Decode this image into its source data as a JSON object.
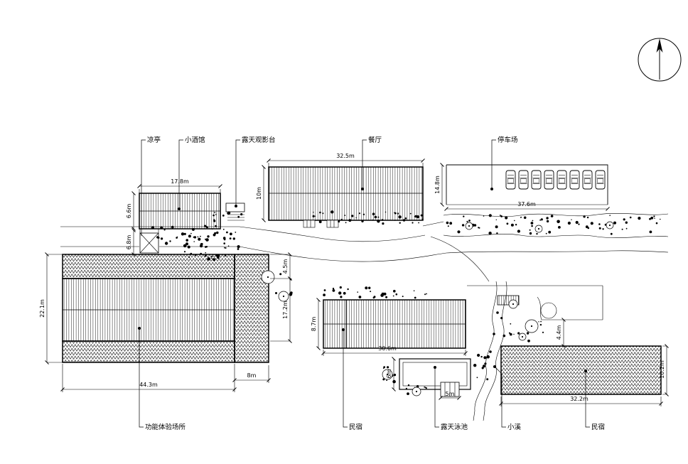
{
  "drawing": {
    "labels": {
      "pavilion": "凉亭",
      "tavern": "小酒馆",
      "viewing_deck": "露天观影台",
      "restaurant": "餐厅",
      "parking": "停车场",
      "function_area": "功能体验场所",
      "homestay_left": "民宿",
      "pool": "露天泳池",
      "stream": "小溪",
      "homestay_right": "民宿"
    },
    "dimensions": {
      "tavern_width": "17.8m",
      "tavern_height": "6.6m",
      "pavilion_height": "6.8m",
      "restaurant_width": "32.5m",
      "restaurant_height": "10m",
      "parking_width": "37.6m",
      "parking_height": "14.8m",
      "function_height": "22.1m",
      "function_width": "44.3m",
      "function_wing_width": "8m",
      "function_wing_top": "4.5m",
      "function_wing_height": "17.2m",
      "homestay_left_height": "8.7m",
      "homestay_left_width": "30.6m",
      "pool_height": "6m",
      "pool_steps_width": "5m",
      "terrace_gap": "4.4m",
      "homestay_right_width": "32.2m",
      "homestay_right_height": "10.2m"
    },
    "parking": {
      "car_count": 8
    }
  }
}
